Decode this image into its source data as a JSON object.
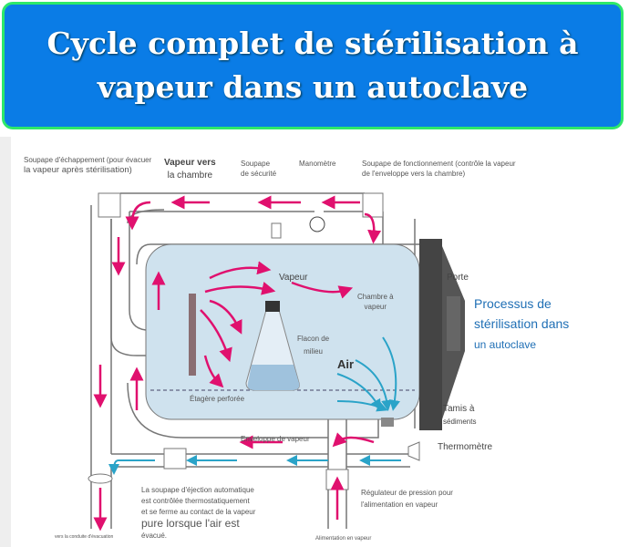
{
  "title": {
    "line1": "Cycle complet de stérilisation à",
    "line2": "vapeur dans un autoclave"
  },
  "labels": {
    "exhaust_valve_1": "Soupape d'échappement (pour évacuer",
    "exhaust_valve_2": "la vapeur après stérilisation)",
    "steam_to_chamber_1": "Vapeur vers",
    "steam_to_chamber_2": "la chambre",
    "safety_valve_1": "Soupape",
    "safety_valve_2": "de sécurité",
    "manometer": "Manomètre",
    "operating_valve_1": "Soupape de fonctionnement (contrôle la vapeur",
    "operating_valve_2": "de l'enveloppe vers la chambre)",
    "door": "Porte",
    "steam": "Vapeur",
    "steam_chamber_1": "Chambre à",
    "steam_chamber_2": "vapeur",
    "flask_1": "Flacon de",
    "flask_2": "milieu",
    "air": "Air",
    "shelf": "Étagère perforée",
    "strainer_1": "Tamis à",
    "strainer_2": "sédiments",
    "jacket": "Enveloppe de vapeur",
    "thermometer": "Thermomètre",
    "ejector_1": "La soupape d'éjection automatique",
    "ejector_2": "est contrôlée thermostatiquement",
    "ejector_3": "et se ferme au contact de la vapeur",
    "ejector_4": "pure lorsque l'air est",
    "ejector_5": "évacué.",
    "regulator_1": "Régulateur de pression pour",
    "regulator_2": "l'alimentation en vapeur",
    "drain": "vers la conduite d'évacuation",
    "supply": "Alimentation en vapeur",
    "process_1": "Processus de",
    "process_2": "stérilisation dans",
    "process_3": "un autoclave"
  },
  "colors": {
    "banner": "#0a7ce6",
    "border": "#2ee86a",
    "steam": "#e0106e",
    "air": "#2aa3c8",
    "chamber": "#cfe2ee"
  }
}
